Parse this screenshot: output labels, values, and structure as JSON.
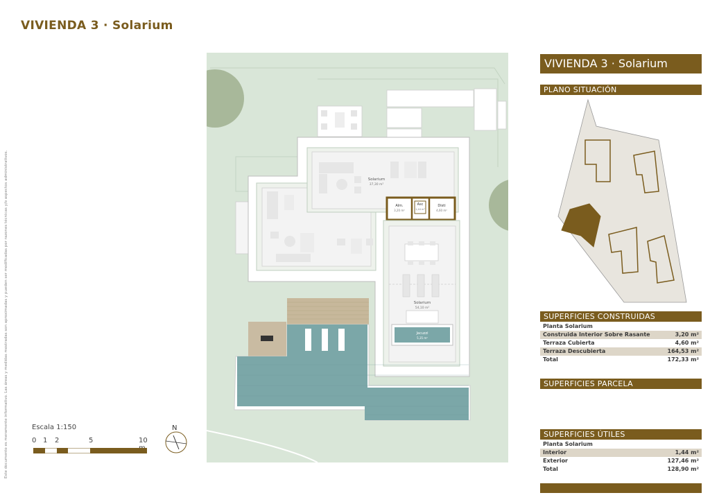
{
  "page_title": "VIVIENDA 3 · Solarium",
  "side_note": "Este documento es meramente informativo. Las áreas y medidas mostradas son aproximadas y pueden ser modificadas por razones técnicas y/o aspectos administrativos.",
  "plan": {
    "rooms": [
      {
        "name": "Solarium",
        "area": "37,30 m²"
      },
      {
        "name": "Alm.",
        "area": "3,20 m²"
      },
      {
        "name": "Asc",
        "area": "1,44 m²"
      },
      {
        "name": "Disti",
        "area": "4,60 m²"
      },
      {
        "name": "Solarium",
        "area": "54,10 m²"
      },
      {
        "name": "Jacuzzi",
        "area": "5,35 m²"
      }
    ]
  },
  "scale": {
    "label": "Escala 1:150",
    "ticks": [
      "0",
      "1",
      "2",
      "5",
      "10 m"
    ]
  },
  "north_label": "N",
  "panel": {
    "title": "VIVIENDA 3 · Solarium",
    "situation_header": "PLANO SITUACIÓN",
    "built": {
      "header": "SUPERFICIES CONSTRUIDAS",
      "subheader": "Planta Solarium",
      "rows": [
        {
          "label": "Construida Interior Sobre Rasante",
          "value": "3,20 m²"
        },
        {
          "label": "Terraza Cubierta",
          "value": "4,60 m²"
        },
        {
          "label": "Terraza Descubierta",
          "value": "164,53 m²"
        },
        {
          "label": "Total",
          "value": "172,33 m²"
        }
      ]
    },
    "plot": {
      "header": "SUPERFICIES PARCELA"
    },
    "useful": {
      "header": "SUPERFICIES ÚTILES",
      "subheader": "Planta Solarium",
      "rows": [
        {
          "label": "Interior",
          "value": "1,44 m²"
        },
        {
          "label": "Exterior",
          "value": "127,46 m²"
        },
        {
          "label": "Total",
          "value": "128,90 m²"
        }
      ]
    }
  },
  "colors": {
    "brand": "#7a5c1e",
    "garden": "#d9e6d8",
    "pool": "#7ba7a8",
    "wood": "#c7b89b",
    "highlight_unit": "#7a5c1e",
    "site_fill": "#e8e5de"
  }
}
